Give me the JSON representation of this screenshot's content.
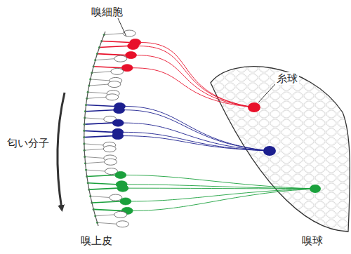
{
  "diagram": {
    "labels": [
      "嗅細胞",
      "糸球",
      "匂い分子",
      "嗅上皮",
      "嗅球"
    ]
  }
}
